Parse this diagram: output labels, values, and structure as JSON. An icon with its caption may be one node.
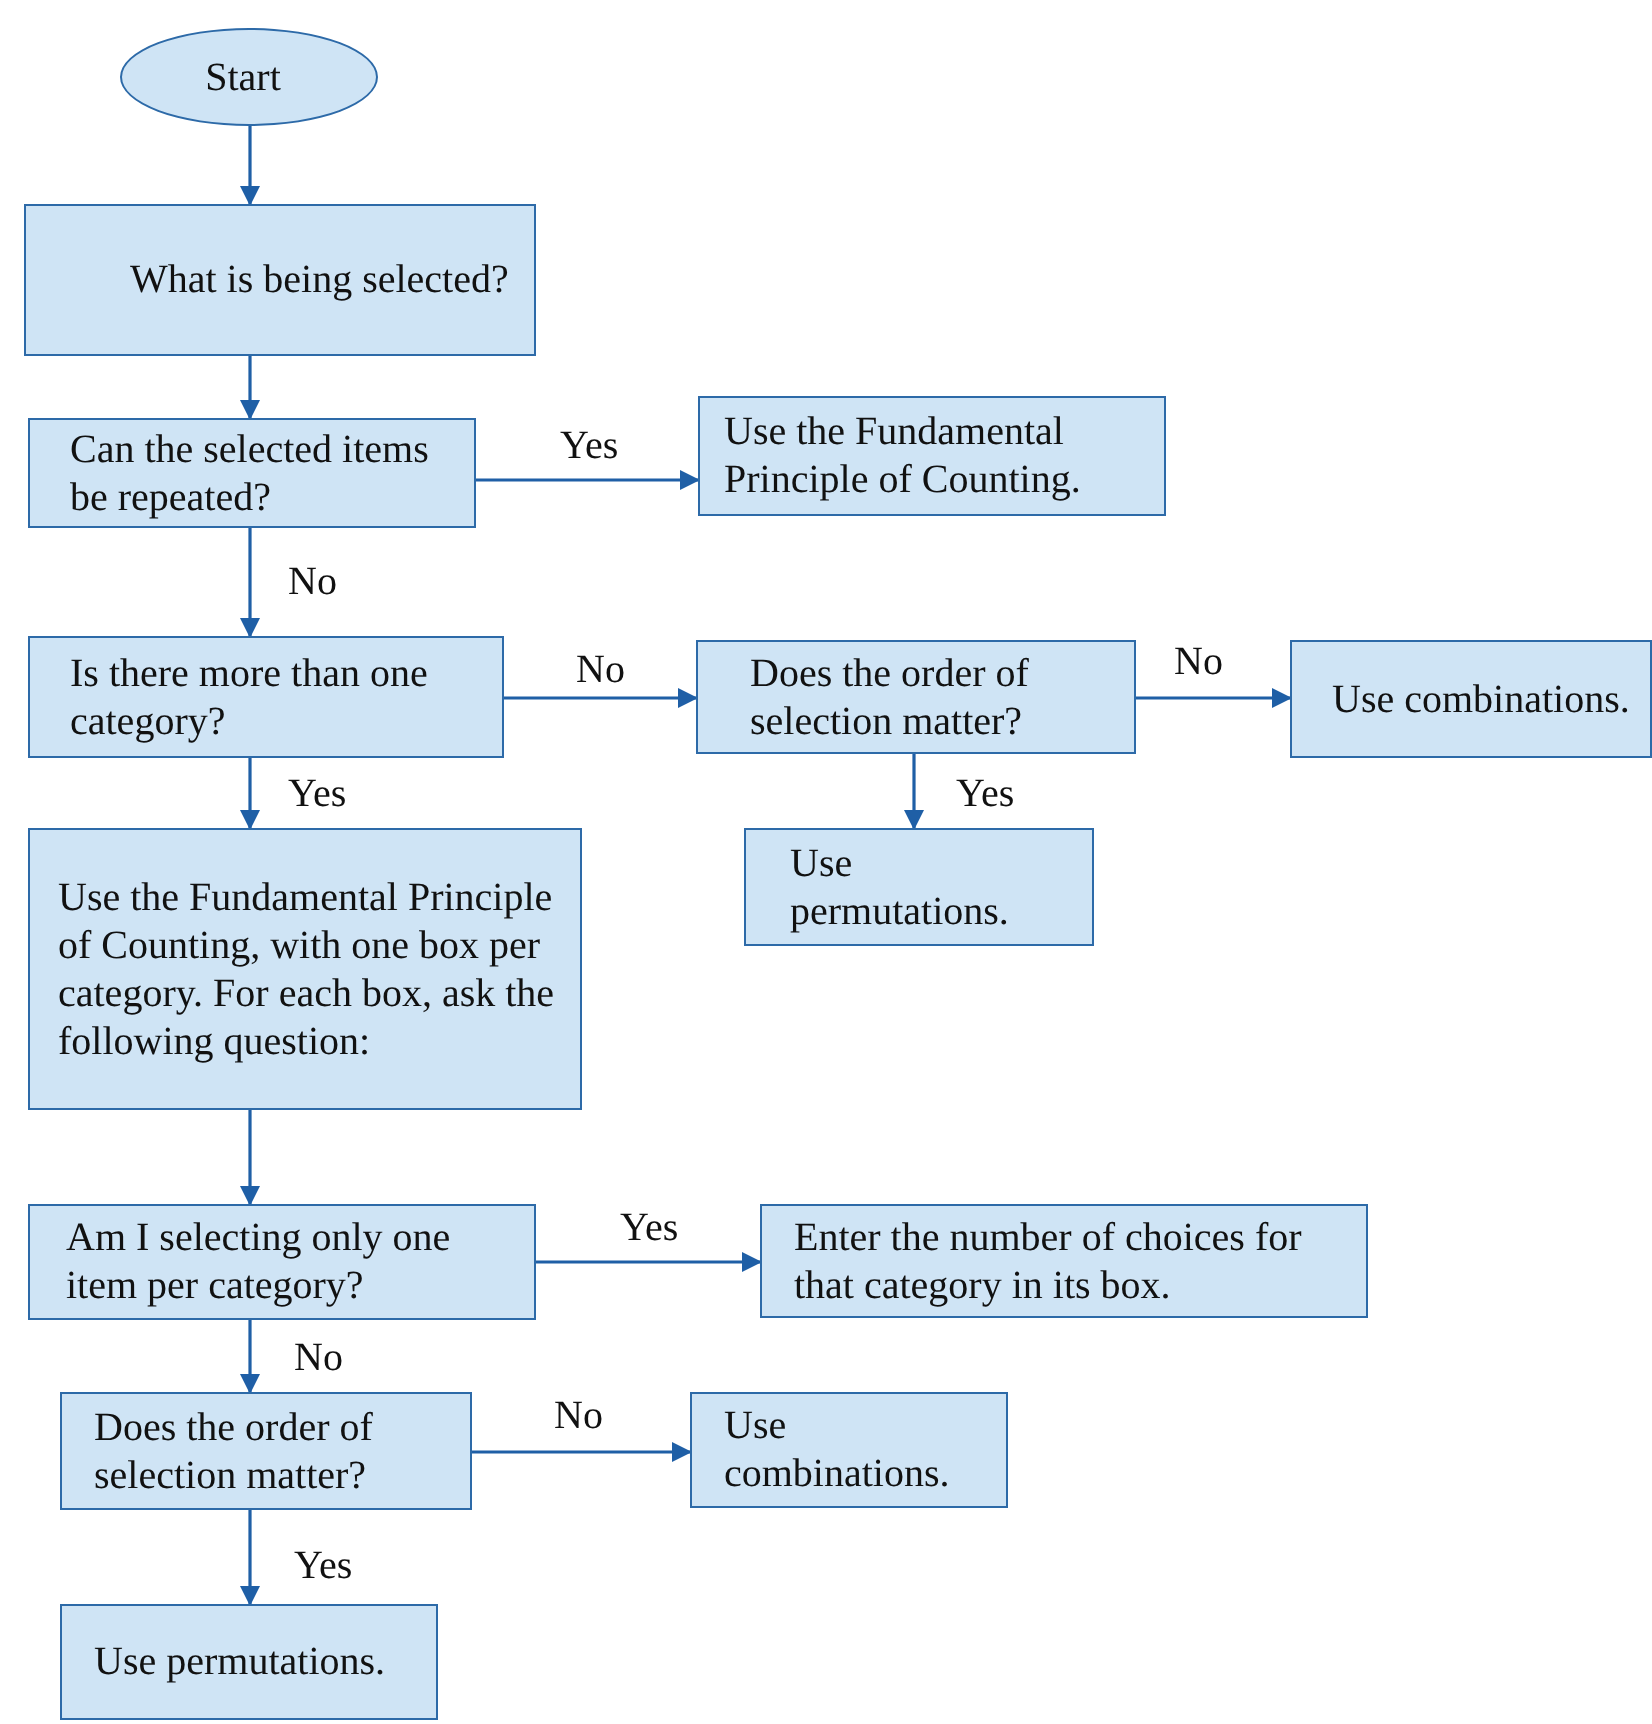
{
  "diagram": {
    "nodes": [
      {
        "text": [
          "Start"
        ]
      },
      {
        "text": [
          "What is being selected?"
        ]
      },
      {
        "text": [
          "Can the selected items be repeated?"
        ]
      },
      {
        "text": [
          "Use the Fundamental Principle of Counting."
        ]
      },
      {
        "text": [
          "Is there more than one category?"
        ]
      },
      {
        "text": [
          "Does the order of selection matter?"
        ]
      },
      {
        "text": [
          "Use combinations."
        ]
      },
      {
        "text": [
          "Use permutations."
        ]
      },
      {
        "text": [
          "Use the Fundamental Principle of Counting, with one box per category. For each box, ask the following question:"
        ]
      },
      {
        "text": [
          "Am I selecting only one item per category?"
        ]
      },
      {
        "text": [
          "Enter the number of choices for that category in its box."
        ]
      },
      {
        "text": [
          "Does the order of selection matter?"
        ]
      },
      {
        "text": [
          "Use combinations."
        ]
      },
      {
        "text": [
          "Use permutations."
        ]
      }
    ],
    "edges": [
      {
        "from": 0,
        "to": 1,
        "arrow": "to"
      },
      {
        "from": 1,
        "to": 2,
        "arrow": "to"
      },
      {
        "from": 2,
        "to": 3,
        "arrow": "to",
        "label": "Yes"
      },
      {
        "from": 2,
        "to": 4,
        "arrow": "to",
        "label": "No"
      },
      {
        "from": 4,
        "to": 5,
        "arrow": "to",
        "label": "No"
      },
      {
        "from": 5,
        "to": 6,
        "arrow": "to",
        "label": "No"
      },
      {
        "from": 5,
        "to": 7,
        "arrow": "to",
        "label": "Yes"
      },
      {
        "from": 4,
        "to": 8,
        "arrow": "to",
        "label": "Yes"
      },
      {
        "from": 8,
        "to": 9,
        "arrow": "to"
      },
      {
        "from": 9,
        "to": 10,
        "arrow": "to",
        "label": "Yes"
      },
      {
        "from": 9,
        "to": 11,
        "arrow": "to",
        "label": "No"
      },
      {
        "from": 11,
        "to": 12,
        "arrow": "to",
        "label": "No"
      },
      {
        "from": 11,
        "to": 13,
        "arrow": "to",
        "label": "Yes"
      }
    ]
  }
}
